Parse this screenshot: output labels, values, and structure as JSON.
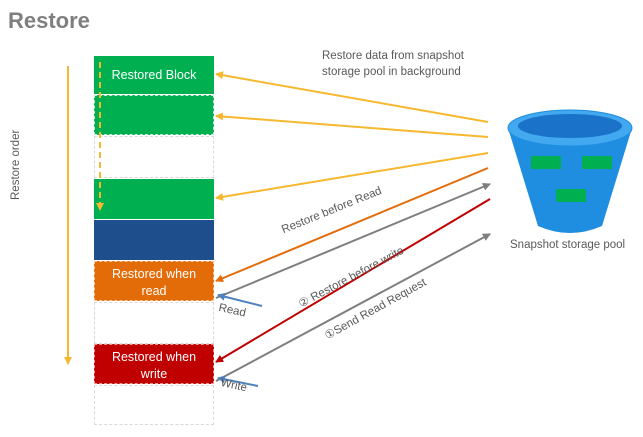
{
  "title": "Restore",
  "labels": {
    "restore_order": "Restore order",
    "background_restore_line1": "Restore data from snapshot",
    "background_restore_line2": "storage pool in background",
    "snapshot_pool": "Snapshot storage pool",
    "restore_before_read": "Restore before Read",
    "restore_before_write": "② Restore before write",
    "send_read_request": "①Send Read Request",
    "read": "Read",
    "write": "Write"
  },
  "blocks": {
    "restored_block": "Restored Block",
    "restored_when_read_line1": "Restored when",
    "restored_when_read_line2": "read",
    "restored_when_write_line1": "Restored when",
    "restored_when_write_line2": "write"
  },
  "colors": {
    "green": "#00b050",
    "navy": "#1f4e8c",
    "orange": "#e36c09",
    "red": "#c00000",
    "yellow_arrow": "#f5b82e",
    "orange_arrow": "#e36c09",
    "gray_arrow": "#7f7f7f",
    "red_arrow": "#c00000",
    "blue_arrow": "#4f81bd",
    "bucket_blue": "#1f8ee0"
  }
}
